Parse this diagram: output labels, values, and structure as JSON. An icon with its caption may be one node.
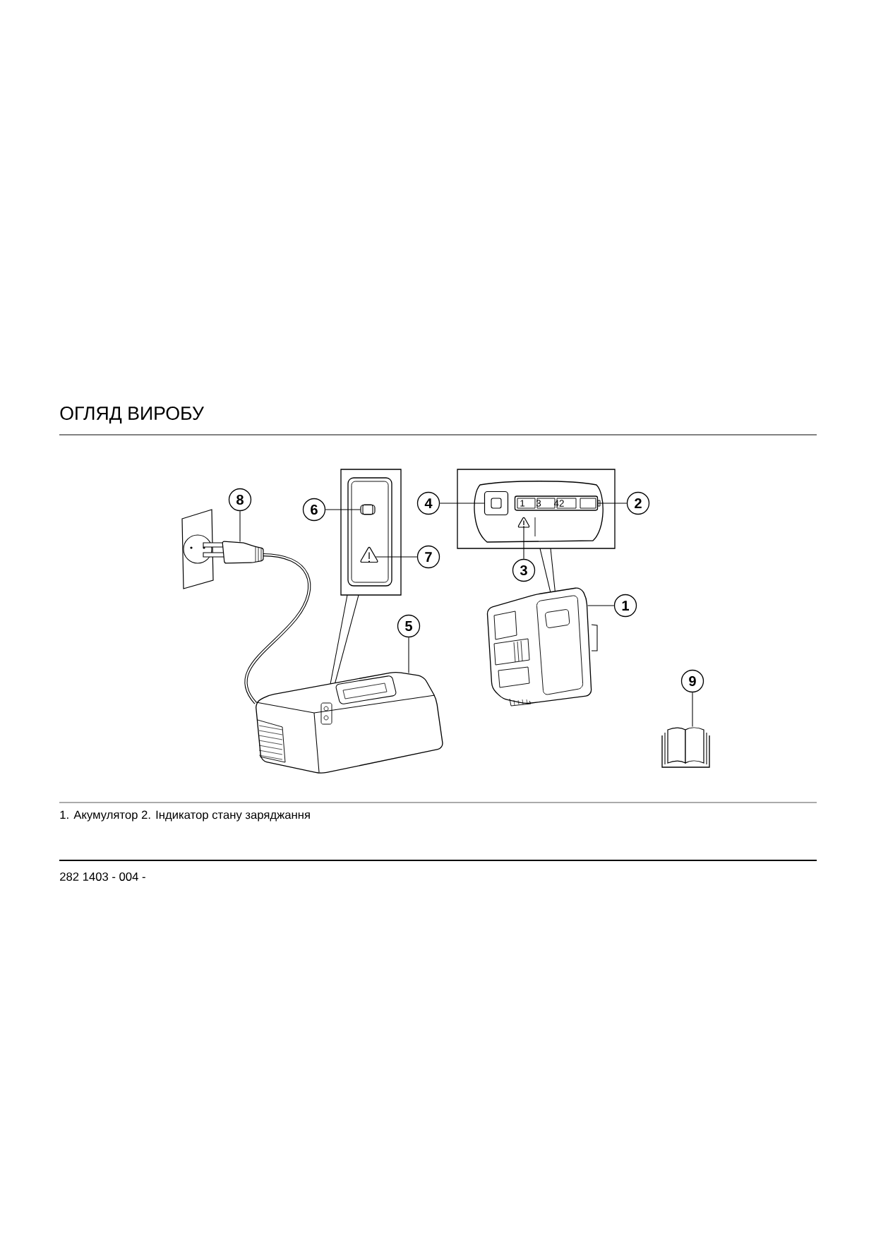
{
  "diagram": {
    "title": "ОГЛЯД ВИРОБУ",
    "caption": "1. Акумулятор 2. Індикатор стану заряджання",
    "nodes": [
      {
        "text": [
          "8"
        ]
      },
      {
        "text": [
          "6"
        ]
      },
      {
        "text": [
          "4"
        ]
      },
      {
        "text": [
          "2"
        ]
      },
      {
        "text": [
          "7"
        ]
      },
      {
        "text": [
          "3"
        ]
      },
      {
        "text": [
          "1"
        ]
      },
      {
        "text": [
          "5"
        ]
      },
      {
        "text": [
          "9"
        ]
      },
      {
        "text": [],
        "shape": "picture"
      },
      {
        "text": [],
        "shape": "box"
      },
      {
        "text": [],
        "shape": "triangle"
      },
      {
        "text": [],
        "shape": "box"
      },
      {
        "text": [],
        "shape": "bar"
      },
      {
        "text": [],
        "shape": "triangle"
      },
      {
        "text": [],
        "shape": "picture"
      },
      {
        "text": [],
        "shape": "picture"
      },
      {
        "text": [],
        "shape": "picture"
      }
    ],
    "edges": [
      {
        "from": 0,
        "to": 9,
        "arrow": "none"
      },
      {
        "from": 1,
        "to": 10,
        "arrow": "none"
      },
      {
        "from": 2,
        "to": 12,
        "arrow": "none"
      },
      {
        "from": 3,
        "to": 13,
        "arrow": "none"
      },
      {
        "from": 4,
        "to": 11,
        "arrow": "none"
      },
      {
        "from": 5,
        "to": 14,
        "arrow": "none"
      },
      {
        "from": 6,
        "to": 15,
        "arrow": "none"
      },
      {
        "from": 7,
        "to": 16,
        "arrow": "none"
      },
      {
        "from": 8,
        "to": 17,
        "arrow": "none"
      }
    ],
    "labels": [
      "1",
      "3",
      "42",
      "282 1403 - 004 -"
    ]
  }
}
